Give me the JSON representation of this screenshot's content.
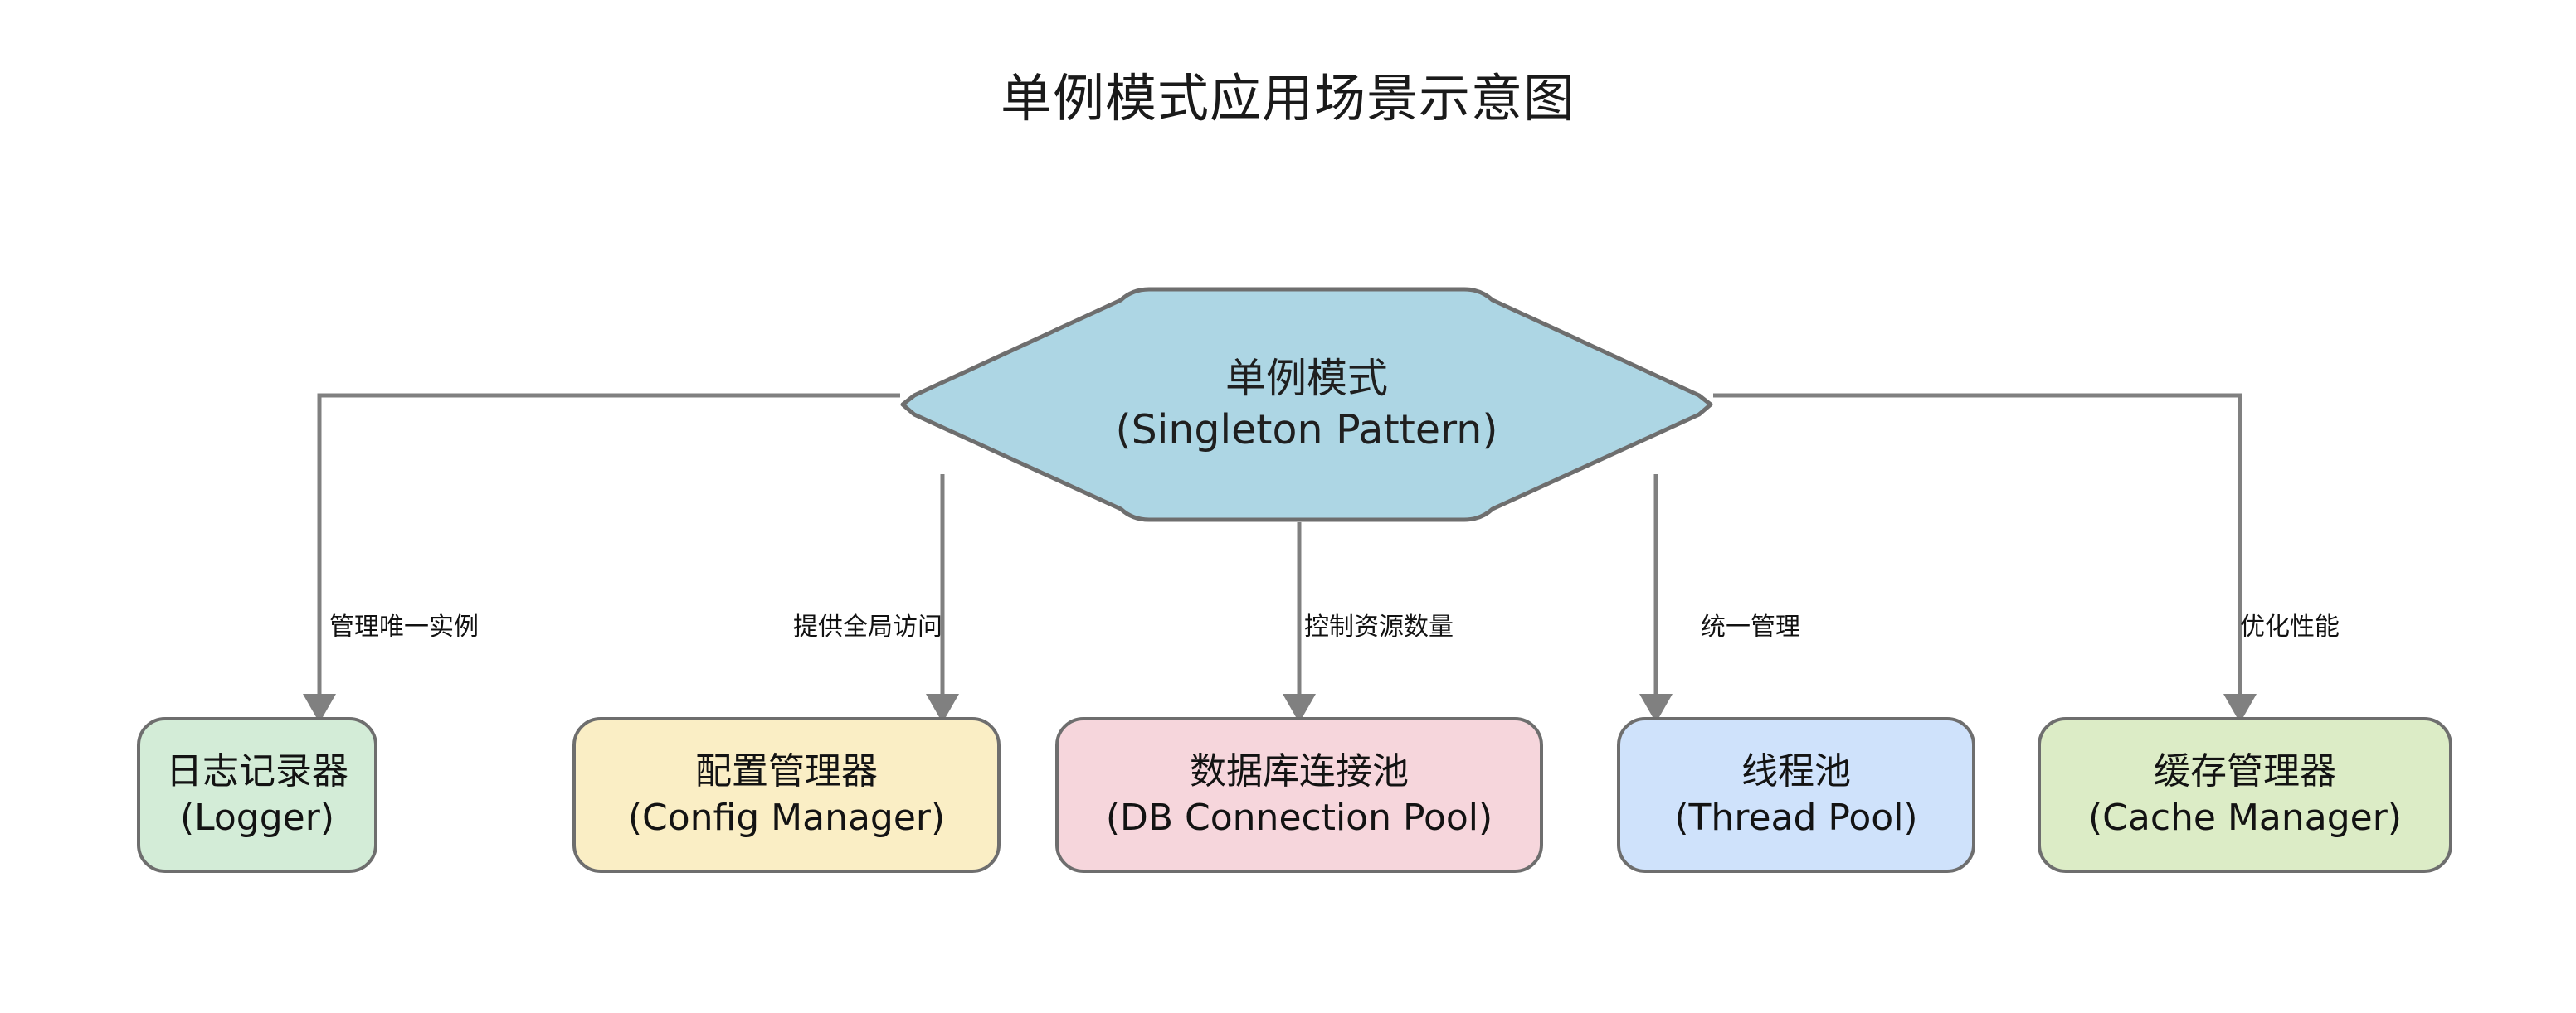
{
  "title": "单例模式应用场景示意图",
  "colors": {
    "background": "#ffffff",
    "edge_stroke": "#808080",
    "node_border": "#6e6e6e",
    "root_fill": "#add6e4",
    "text": "#131313"
  },
  "root": {
    "name_cn": "单例模式",
    "name_en": "(Singleton Pattern)",
    "fill": "#add6e4"
  },
  "leaves": [
    {
      "name_cn": "日志记录器",
      "name_en": "(Logger)",
      "fill": "#d3ecd7",
      "edge_label": "管理唯一实例"
    },
    {
      "name_cn": "配置管理器",
      "name_en": "(Config Manager)",
      "fill": "#faeec5",
      "edge_label": "提供全局访问"
    },
    {
      "name_cn": "数据库连接池",
      "name_en": "(DB Connection Pool)",
      "fill": "#f6d6dc",
      "edge_label": "控制资源数量"
    },
    {
      "name_cn": "线程池",
      "name_en": "(Thread Pool)",
      "fill": "#cfe2fb",
      "edge_label": "统一管理"
    },
    {
      "name_cn": "缓存管理器",
      "name_en": "(Cache Manager)",
      "fill": "#dcecc6",
      "edge_label": "优化性能"
    }
  ],
  "chart_data": {
    "type": "diagram",
    "layout": "hub-and-spoke (one root, five leaves)",
    "title": "单例模式应用场景示意图",
    "nodes": [
      {
        "id": "root",
        "label": "单例模式\n(Singleton Pattern)",
        "shape": "octagon",
        "fill": "#add6e4"
      },
      {
        "id": "logger",
        "label": "日志记录器\n(Logger)",
        "shape": "rounded-rect",
        "fill": "#d3ecd7"
      },
      {
        "id": "config",
        "label": "配置管理器\n(Config Manager)",
        "shape": "rounded-rect",
        "fill": "#faeec5"
      },
      {
        "id": "dbpool",
        "label": "数据库连接池\n(DB Connection Pool)",
        "shape": "rounded-rect",
        "fill": "#f6d6dc"
      },
      {
        "id": "threadpool",
        "label": "线程池\n(Thread Pool)",
        "shape": "rounded-rect",
        "fill": "#cfe2fb"
      },
      {
        "id": "cache",
        "label": "缓存管理器\n(Cache Manager)",
        "shape": "rounded-rect",
        "fill": "#dcecc6"
      }
    ],
    "edges": [
      {
        "from": "root",
        "to": "logger",
        "label": "管理唯一实例",
        "arrow": "to"
      },
      {
        "from": "root",
        "to": "config",
        "label": "提供全局访问",
        "arrow": "to"
      },
      {
        "from": "root",
        "to": "dbpool",
        "label": "控制资源数量",
        "arrow": "to"
      },
      {
        "from": "root",
        "to": "threadpool",
        "label": "统一管理",
        "arrow": "to"
      },
      {
        "from": "root",
        "to": "cache",
        "label": "优化性能",
        "arrow": "to"
      }
    ]
  }
}
